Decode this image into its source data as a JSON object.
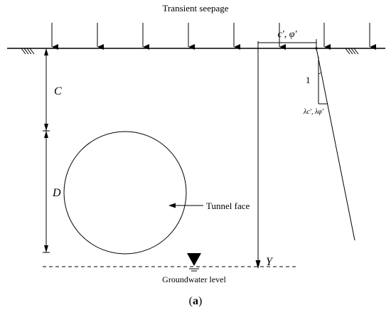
{
  "figure": {
    "title": "Transient seepage",
    "panel_label": "(a)",
    "panel_label_bold": "a",
    "labels": {
      "cover_depth": "C",
      "diameter": "D",
      "tunnel_face": "Tunnel face",
      "groundwater": "Groundwater level",
      "strength_params": "c′, φ′",
      "slope_vertical": "1",
      "slope_horizontal": "λc′, λφ′",
      "depth_axis": "Y"
    },
    "colors": {
      "line": "#000000",
      "background": "#ffffff"
    }
  }
}
